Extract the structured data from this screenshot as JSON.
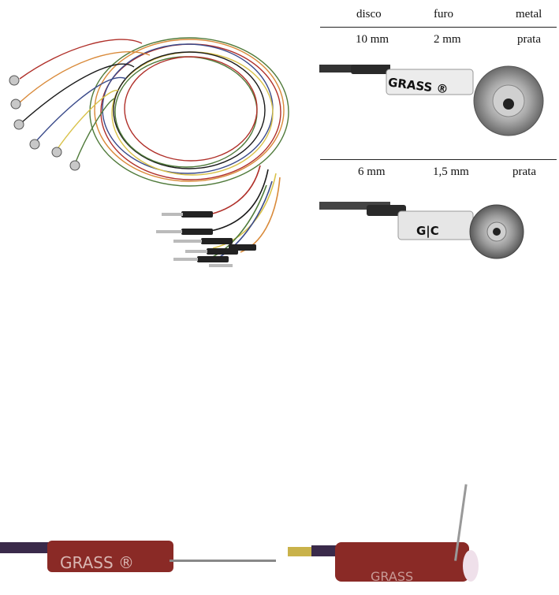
{
  "table": {
    "headers": {
      "disco": "disco",
      "furo": "furo",
      "metal": "metal"
    },
    "rows": [
      {
        "disco": "10 mm",
        "furo": "2 mm",
        "metal": "prata"
      },
      {
        "disco": "6 mm",
        "furo": "1,5 mm",
        "metal": "prata"
      }
    ]
  },
  "labels": {
    "electrode_1": "GRASS ®",
    "electrode_2": "G|C",
    "needle_1": "GRASS ®",
    "needle_2": "GRASS"
  },
  "colors": {
    "wire_orange": "#d98a3a",
    "wire_red": "#b0302a",
    "wire_blue": "#3a4a8a",
    "wire_yellow": "#d9c24a",
    "wire_black": "#1a1a1a",
    "wire_green": "#4f7a3a",
    "tube_red": "#8a2a26",
    "silver": "#b8b8b8"
  }
}
